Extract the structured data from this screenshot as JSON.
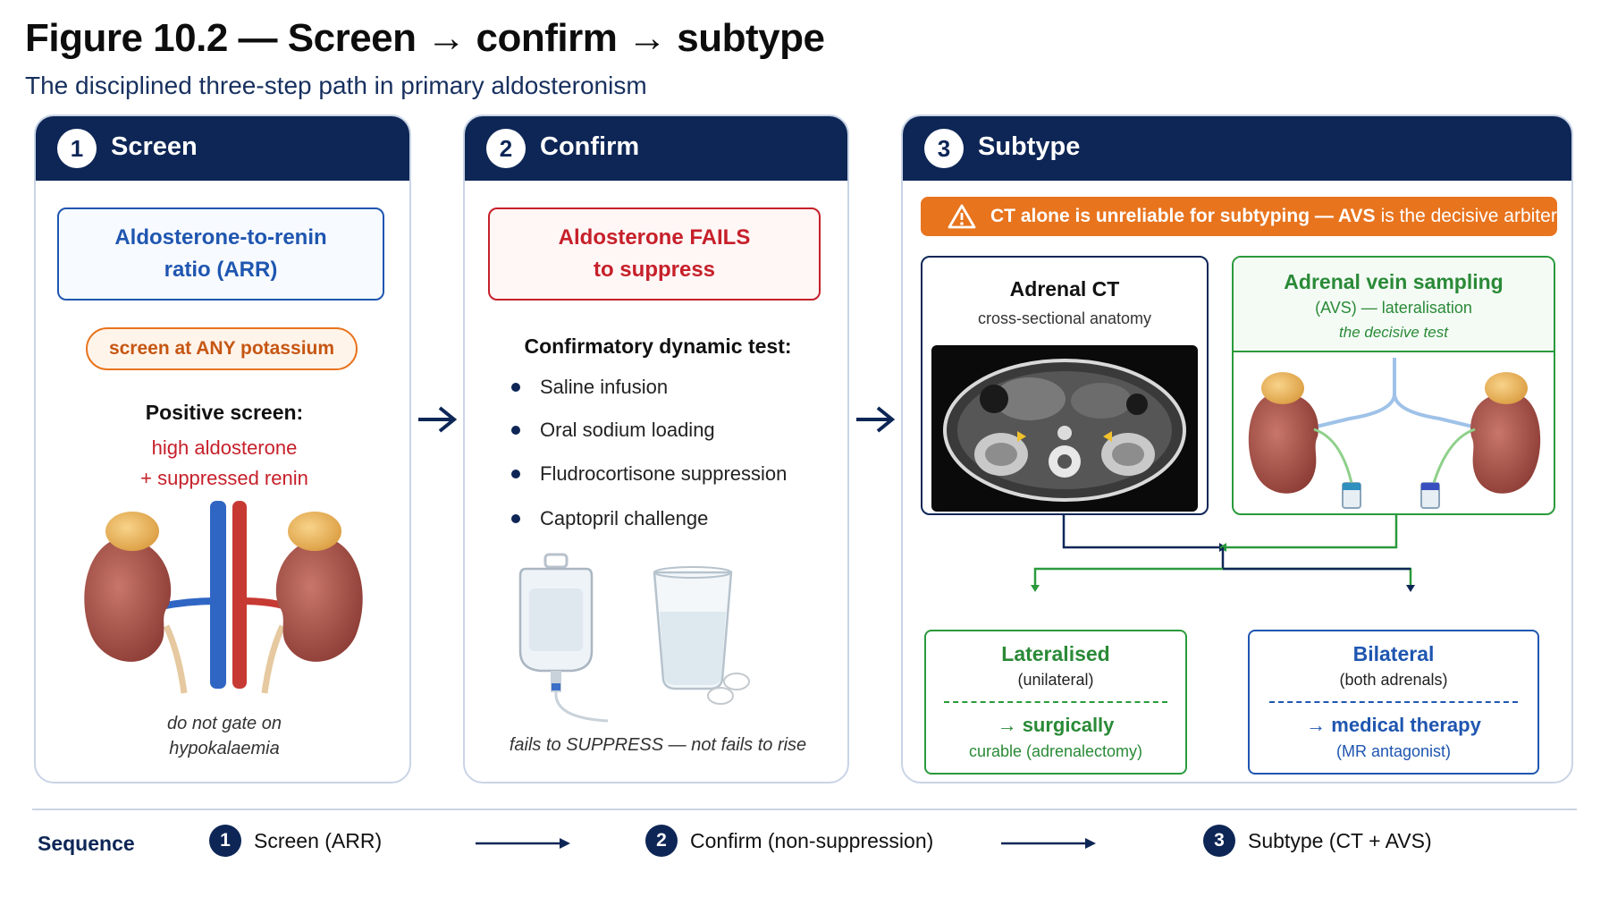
{
  "title": "Figure 10.2 — Screen → confirm → subtype",
  "subtitle": "The disciplined three-step path in primary aldosteronism",
  "colors": {
    "navy": "#0d2656",
    "blue": "#1f56b0",
    "red": "#c6202a",
    "orange": "#e8741e",
    "green": "#2a9a3c"
  },
  "panels": {
    "screen": {
      "number": "1",
      "title": "Screen",
      "box_text": "Aldosterone-to-renin ratio (ARR)",
      "pill": "screen at ANY potassium",
      "positive_label": "Positive screen:",
      "positive_line1": "high aldosterone",
      "positive_line2": "+ suppressed renin",
      "footnote_line1": "do not gate on",
      "footnote_line2": "hypokalaemia"
    },
    "confirm": {
      "number": "2",
      "title": "Confirm",
      "box_text_line1": "Aldosterone FAILS",
      "box_text_line2": "to suppress",
      "test_label": "Confirmatory dynamic test:",
      "tests": [
        "Saline infusion",
        "Oral sodium loading",
        "Fludrocortisone suppression",
        "Captopril challenge"
      ],
      "footnote": "fails to SUPPRESS — not fails to rise"
    },
    "subtype": {
      "number": "3",
      "title": "Subtype",
      "warning_bold": "CT alone is unreliable for subtyping — AVS",
      "warning_rest": "is the decisive arbiter",
      "ct_title": "Adrenal CT",
      "ct_sub": "cross-sectional anatomy",
      "avs_title": "Adrenal vein sampling",
      "avs_sub": "(AVS) — lateralisation",
      "avs_note": "the decisive test",
      "lat_title": "Lateralised",
      "lat_sub": "(unilateral)",
      "lat_result": "→ surgically",
      "lat_detail": "curable (adrenalectomy)",
      "bil_title": "Bilateral",
      "bil_sub": "(both adrenals)",
      "bil_result": "→ medical therapy",
      "bil_detail": "(MR antagonist)"
    }
  },
  "sequence": {
    "label": "Sequence",
    "steps": [
      {
        "number": "1",
        "label": "Screen (ARR)"
      },
      {
        "number": "2",
        "label": "Confirm (non-suppression)"
      },
      {
        "number": "3",
        "label": "Subtype (CT + AVS)"
      }
    ]
  }
}
